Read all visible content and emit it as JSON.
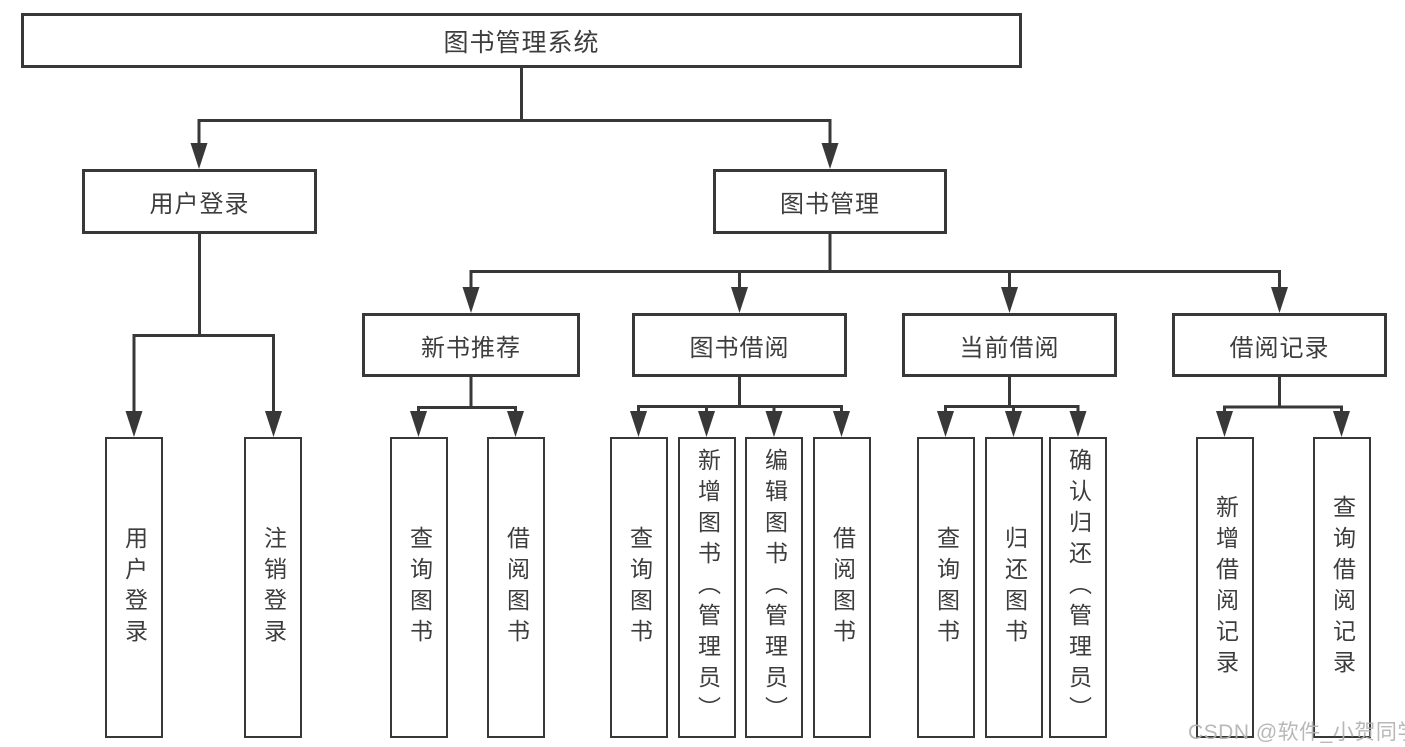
{
  "diagram": {
    "root": "图书管理系统",
    "user_login": {
      "label": "用户登录",
      "children": [
        "用户登录",
        "注销登录"
      ]
    },
    "book_mgmt": {
      "label": "图书管理",
      "sections": [
        {
          "label": "新书推荐",
          "children": [
            "查询图书",
            "借阅图书"
          ]
        },
        {
          "label": "图书借阅",
          "children": [
            "查询图书",
            "新增图书（管理员）",
            "编辑图书（管理员）",
            "借阅图书"
          ]
        },
        {
          "label": "当前借阅",
          "children": [
            "查询图书",
            "归还图书",
            "确认归还（管理员）"
          ]
        },
        {
          "label": "借阅记录",
          "children": [
            "新增借阅记录",
            "查询借阅记录"
          ]
        }
      ]
    }
  },
  "watermark": "CSDN @软件_小贺同学",
  "colors": {
    "line": "#383838",
    "text": "#3d3d3d",
    "background": "#ffffff",
    "watermark": "#b2b2b2"
  }
}
